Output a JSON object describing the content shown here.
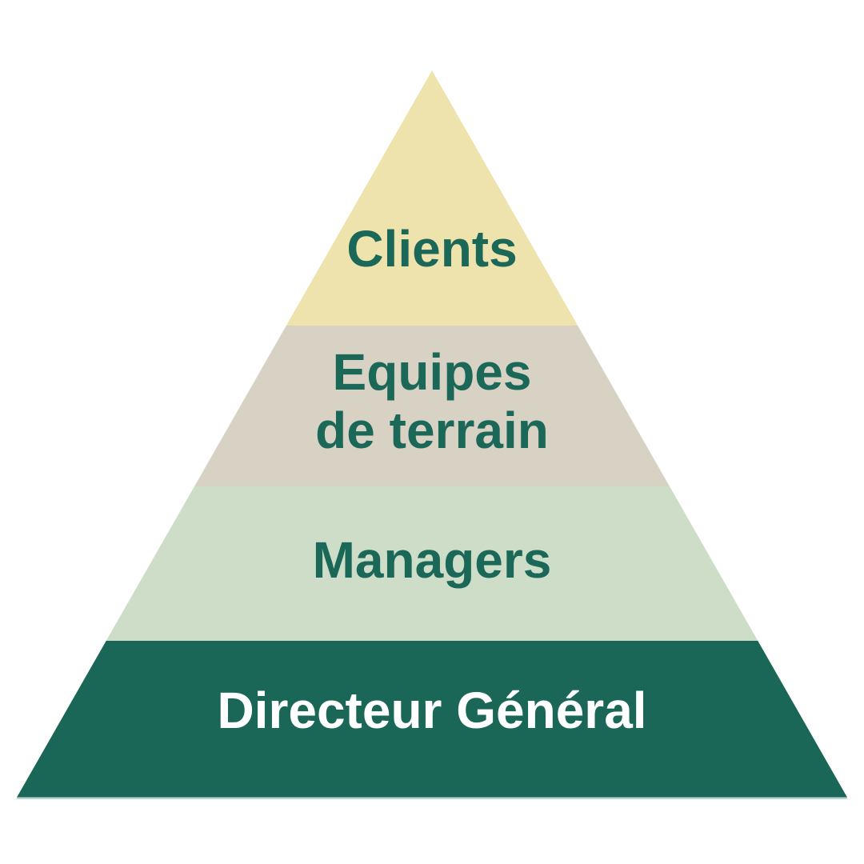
{
  "background": "#ffffff",
  "pyramid": {
    "levels": [
      {
        "label": "Clients",
        "color": "#efe3ad",
        "text_color": "#1b6858"
      },
      {
        "label": "Equipes de terrain",
        "line1": "Equipes",
        "line2": "de terrain",
        "color": "#d8d2c5",
        "text_color": "#1b6858"
      },
      {
        "label": "Managers",
        "color": "#cdddc8",
        "text_color": "#1b6858"
      },
      {
        "label": "Directeur Général",
        "color": "#1a6758",
        "text_color": "#ffffff"
      }
    ],
    "base_line_color": "#b9d6ce"
  }
}
